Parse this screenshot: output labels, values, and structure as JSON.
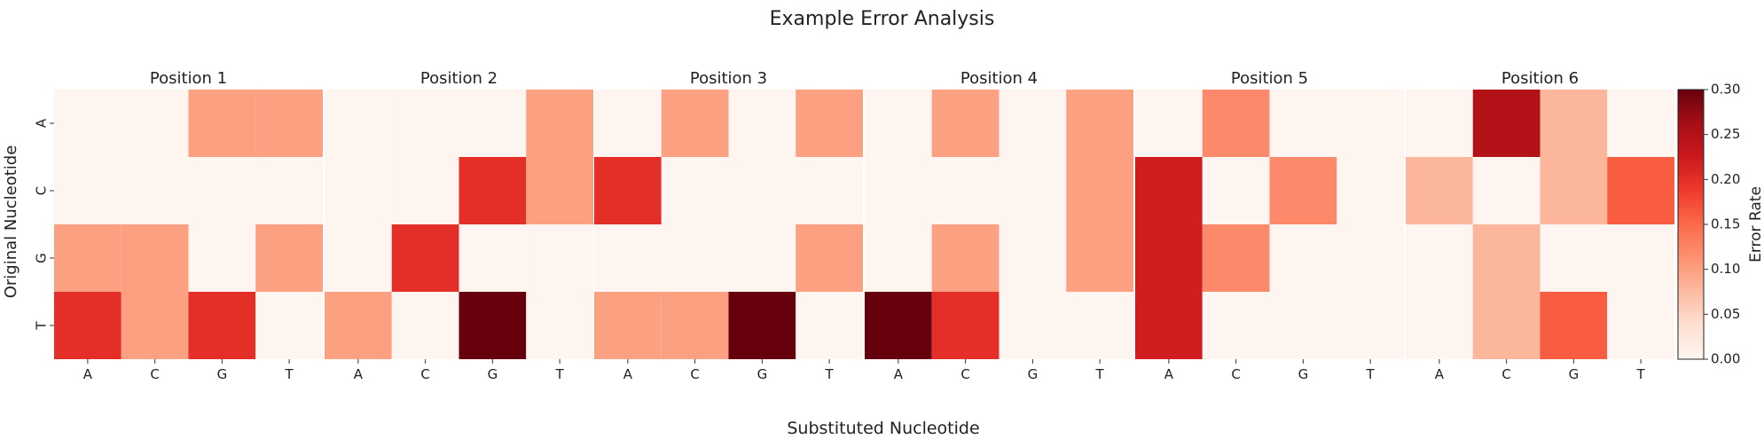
{
  "chart_data": {
    "type": "heatmap",
    "title": "Example Error Analysis",
    "xlabel": "Substituted Nucleotide",
    "ylabel": "Original Nucleotide",
    "x_categories": [
      "A",
      "C",
      "G",
      "T"
    ],
    "y_categories": [
      "A",
      "C",
      "G",
      "T"
    ],
    "colorbar": {
      "label": "Error Rate",
      "range": [
        0.0,
        0.3
      ],
      "ticks": [
        "0.00",
        "0.05",
        "0.10",
        "0.15",
        "0.20",
        "0.25",
        "0.30"
      ],
      "colormap": "Reds"
    },
    "panels": [
      {
        "title": "Position 1",
        "values": [
          [
            0.0,
            0.0,
            0.1,
            0.1
          ],
          [
            0.0,
            0.0,
            0.0,
            0.0
          ],
          [
            0.1,
            0.1,
            0.0,
            0.1
          ],
          [
            0.2,
            0.1,
            0.2,
            0.0
          ]
        ]
      },
      {
        "title": "Position 2",
        "values": [
          [
            0.0,
            0.0,
            0.0,
            0.1
          ],
          [
            0.0,
            0.0,
            0.2,
            0.1
          ],
          [
            0.0,
            0.2,
            0.0,
            0.0
          ],
          [
            0.1,
            0.0,
            0.3,
            0.0
          ]
        ]
      },
      {
        "title": "Position 3",
        "values": [
          [
            0.0,
            0.1,
            0.0,
            0.1
          ],
          [
            0.2,
            0.0,
            0.0,
            0.0
          ],
          [
            0.0,
            0.0,
            0.0,
            0.1
          ],
          [
            0.1,
            0.1,
            0.3,
            0.0
          ]
        ]
      },
      {
        "title": "Position 4",
        "values": [
          [
            0.0,
            0.1,
            0.0,
            0.1
          ],
          [
            0.0,
            0.0,
            0.0,
            0.1
          ],
          [
            0.0,
            0.1,
            0.0,
            0.1
          ],
          [
            0.3,
            0.2,
            0.0,
            0.0
          ]
        ]
      },
      {
        "title": "Position 5",
        "values": [
          [
            0.0,
            0.12,
            0.0,
            0.0
          ],
          [
            0.22,
            0.0,
            0.12,
            0.0
          ],
          [
            0.22,
            0.12,
            0.0,
            0.0
          ],
          [
            0.22,
            0.0,
            0.0,
            0.0
          ]
        ]
      },
      {
        "title": "Position 6",
        "values": [
          [
            0.0,
            0.25,
            0.08,
            0.0
          ],
          [
            0.08,
            0.0,
            0.08,
            0.16
          ],
          [
            0.0,
            0.08,
            0.0,
            0.0
          ],
          [
            0.0,
            0.08,
            0.16,
            0.0
          ]
        ]
      }
    ]
  }
}
